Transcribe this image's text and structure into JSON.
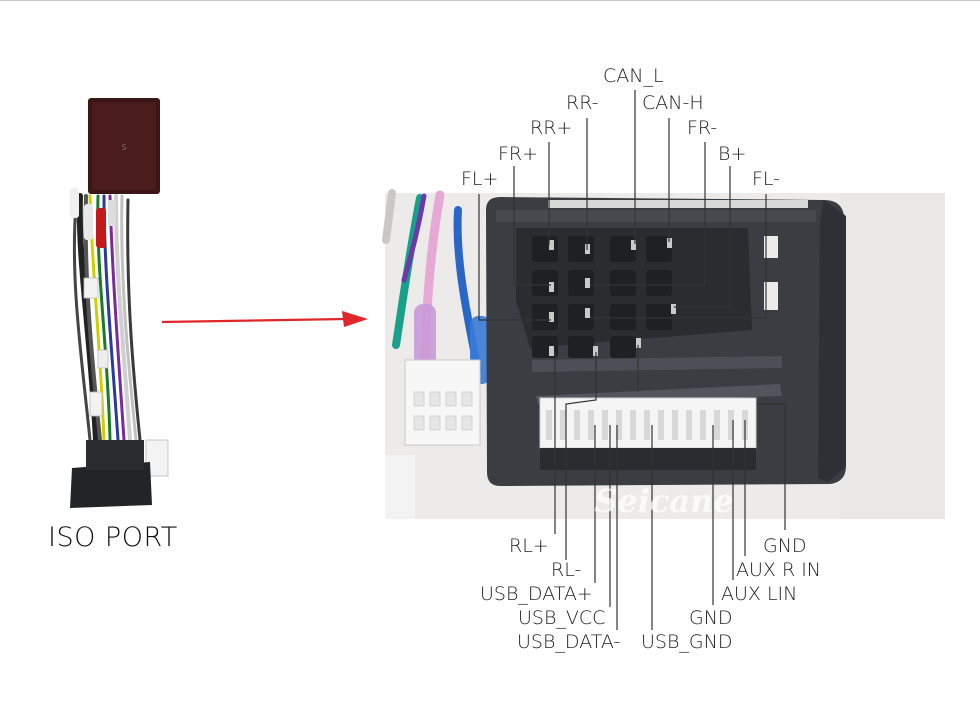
{
  "left_caption": "ISO PORT",
  "watermark": "Seicane",
  "pins_top": {
    "can_l": "CAN_L",
    "rr_minus": "RR-",
    "can_h": "CAN-H",
    "rr_plus": "RR+",
    "fr_minus": "FR-",
    "fr_plus": "FR+",
    "b_plus": "B+",
    "fl_plus": "FL+",
    "fl_minus": "FL-"
  },
  "pins_bottom": {
    "rl_plus": "RL+",
    "gnd_1": "GND",
    "rl_minus": "RL-",
    "aux_r_in": "AUX R IN",
    "usb_data_plus": "USB_DATA+",
    "aux_lin": "AUX LIN",
    "usb_vcc": "USB_VCC",
    "gnd_2": "GND",
    "usb_data_minus": "USB_DATA-",
    "usb_gnd": "USB_GND"
  },
  "colors": {
    "leader_line": "#333333",
    "arrow": "#e0262b",
    "connector_body": "#3a3d42",
    "photo_bg": "#ecebe9"
  }
}
